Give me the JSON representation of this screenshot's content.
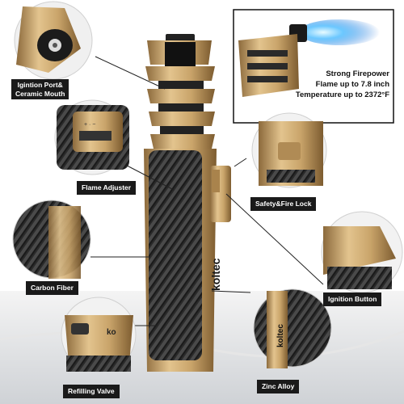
{
  "brand": {
    "name": "koltec"
  },
  "feature_box": {
    "lines": [
      "Strong Firepower",
      "Flame up to 7.8 inch",
      "Temperature up to 2372°F"
    ]
  },
  "callouts": {
    "ignition_port": [
      "Igintion Port&",
      "Ceramic Mouth"
    ],
    "flame_adjuster": "Flame Adjuster",
    "safety_lock": "Safety&Fire Lock",
    "carbon_fiber": "Carbon Fiber",
    "ignition_button": "Ignition Button",
    "refilling_valve": "Refilling Valve",
    "zinc_alloy": "Zinc Alloy"
  },
  "colors": {
    "gold": "#c9a46a",
    "gold_dark": "#8c6a3c",
    "carbon": "#2b2b2b",
    "label_bg": "#1a1a1a",
    "flame": "#2d8fe8"
  },
  "icons": {
    "flame": "flame-icon",
    "lighter": "lighter-icon"
  }
}
